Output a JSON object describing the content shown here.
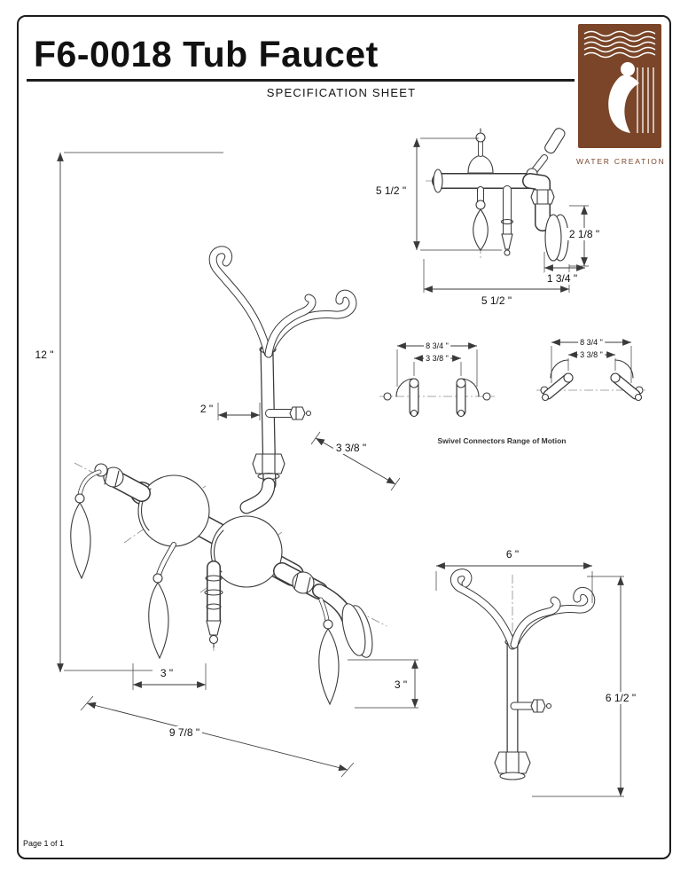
{
  "header": {
    "title": "F6-0018 Tub Faucet",
    "subtitle": "SPECIFICATION SHEET"
  },
  "logo": {
    "caption": "WATER CREATION",
    "brand_color": "#7a4528"
  },
  "front_view": {
    "dim_height": "5 1/2 \"",
    "dim_wall_depth": "2 1/8 \"",
    "dim_flange": "1 3/4 \"",
    "dim_width": "5 1/2 \""
  },
  "swivel_view": {
    "caption": "Swivel Connectors Range of Motion",
    "left_outer": "8 3/4 \"",
    "left_inner": "3 3/8 \"",
    "right_outer": "8 3/4 \"",
    "right_inner": "3 3/8 \""
  },
  "main_view": {
    "dim_height": "12 \"",
    "dim_riser_offset": "2 \"",
    "dim_spout": "3 3/8 \"",
    "dim_handle_left": "3 \"",
    "dim_handle_right": "3 \"",
    "dim_width": "9 7/8 \""
  },
  "cradle_view": {
    "dim_width": "6 \"",
    "dim_height": "6 1/2 \""
  },
  "footer": {
    "page": "Page 1 of 1"
  }
}
